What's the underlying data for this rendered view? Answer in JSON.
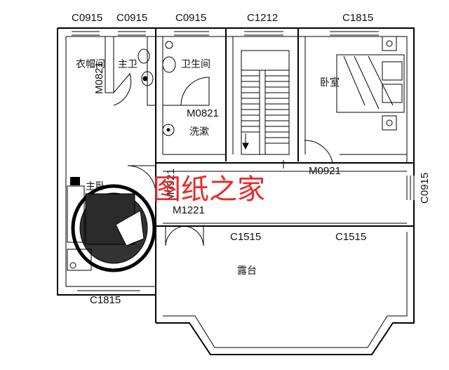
{
  "plan": {
    "rooms": {
      "cloakroom": "衣帽间",
      "master_bath": "主卫",
      "bathroom": "卫生间",
      "washroom": "洗漱",
      "bedroom": "卧室",
      "master_bedroom": "主卧",
      "terrace": "露台"
    },
    "windows": {
      "top_1": "C0915",
      "top_2": "C0915",
      "top_3": "C0915",
      "top_4": "C1212",
      "top_5": "C1815",
      "right": "C0915",
      "mid_1": "C1515",
      "mid_2": "C1515",
      "bottom": "C1815"
    },
    "doors": {
      "cloak": "M0821",
      "wash": "M0821",
      "bedroom": "M0921",
      "master": "M0921",
      "terrace": "M1221"
    },
    "watermark": "图纸之家"
  }
}
